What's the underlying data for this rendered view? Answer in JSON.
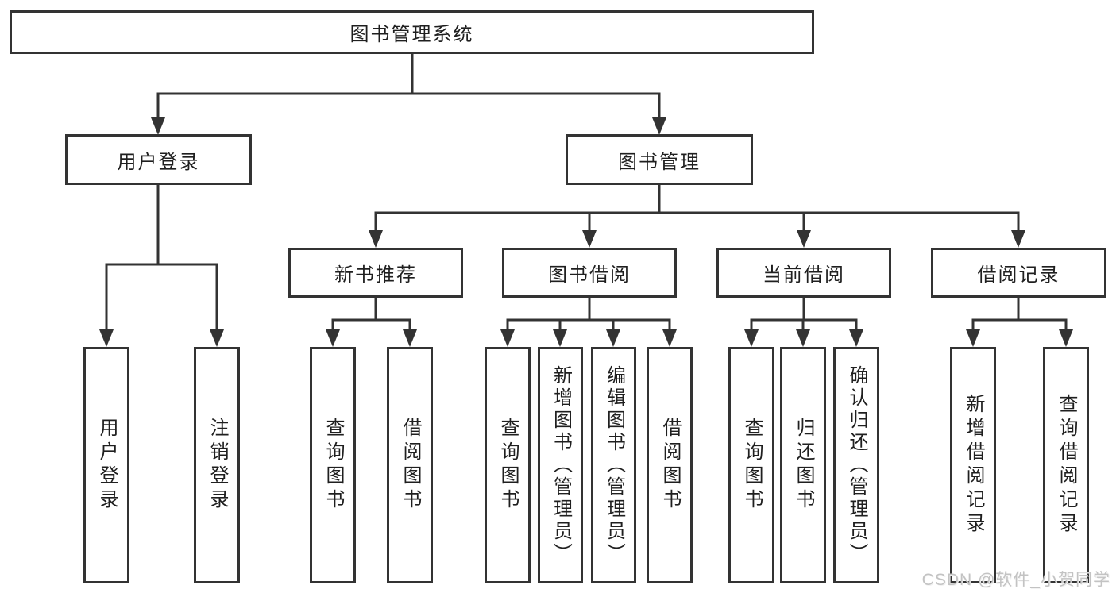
{
  "diagram": {
    "root": {
      "label": "图书管理系统"
    },
    "branches": [
      {
        "label": "用户登录",
        "leaves": [
          "用户登录",
          "注销登录"
        ]
      },
      {
        "label": "图书管理",
        "groups": [
          {
            "label": "新书推荐",
            "leaves": [
              "查询图书",
              "借阅图书"
            ]
          },
          {
            "label": "图书借阅",
            "leaves": [
              "查询图书",
              "新增图书（管理员）",
              "编辑图书（管理员）",
              "借阅图书"
            ]
          },
          {
            "label": "当前借阅",
            "leaves": [
              "查询图书",
              "归还图书",
              "确认归还（管理员）"
            ]
          },
          {
            "label": "借阅记录",
            "leaves": [
              "新增借阅记录",
              "查询借阅记录"
            ]
          }
        ]
      }
    ],
    "watermark": "CSDN @软件_小贺同学",
    "colors": {
      "line": "#333333",
      "text": "#1f1f1f",
      "background": "#ffffff",
      "watermark": "#c3c3c3"
    }
  }
}
